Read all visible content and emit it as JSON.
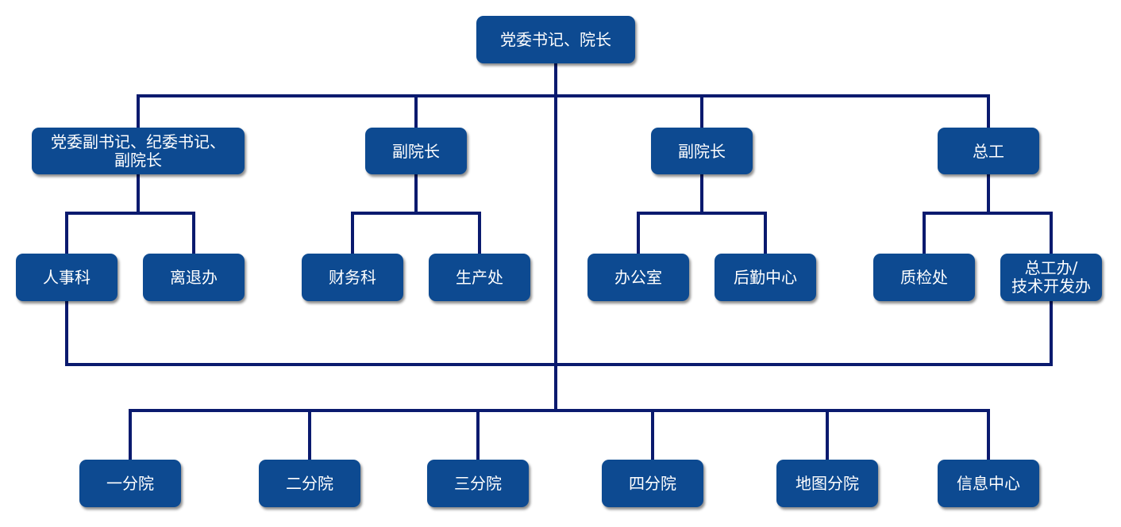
{
  "colors": {
    "box_fill": "#0d4a91",
    "box_text": "#ffffff",
    "connector": "#0a1a6e",
    "background": "#ffffff"
  },
  "nodes": {
    "root": [
      "党委书记、院长"
    ],
    "deputy_secretary": [
      "党委副书记、纪委书记、",
      "副院长"
    ],
    "vice_president_a": [
      "副院长"
    ],
    "vice_president_b": [
      "副院长"
    ],
    "chief_engineer": [
      "总工"
    ],
    "personnel": [
      "人事科"
    ],
    "retirement": [
      "离退办"
    ],
    "finance": [
      "财务科"
    ],
    "production": [
      "生产处"
    ],
    "office": [
      "办公室"
    ],
    "logistics": [
      "后勤中心"
    ],
    "quality": [
      "质检处"
    ],
    "chief_engineer_office": [
      "总工办/",
      "技术开发办"
    ],
    "branch_1": [
      "一分院"
    ],
    "branch_2": [
      "二分院"
    ],
    "branch_3": [
      "三分院"
    ],
    "branch_4": [
      "四分院"
    ],
    "map_branch": [
      "地图分院"
    ],
    "info_center": [
      "信息中心"
    ]
  }
}
